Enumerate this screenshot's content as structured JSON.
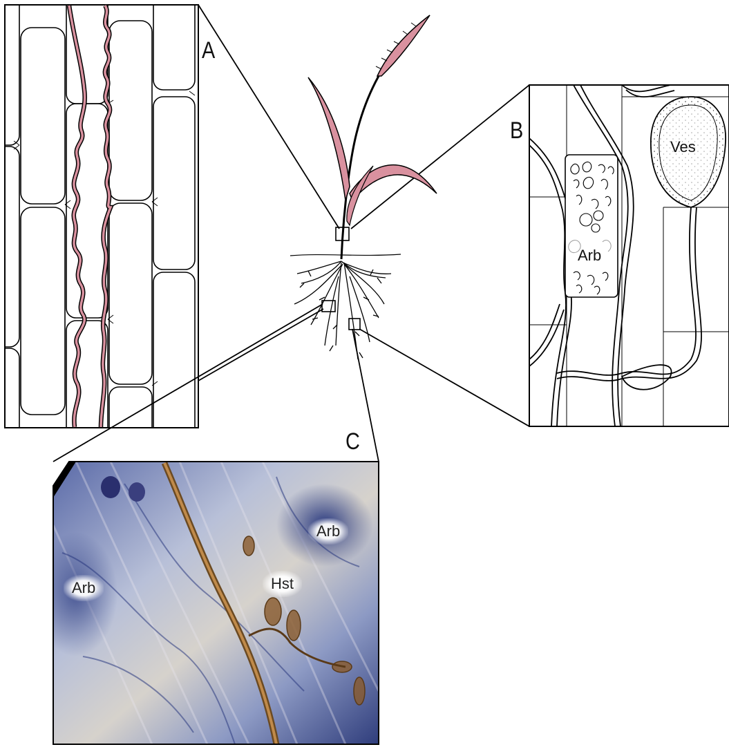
{
  "panels": {
    "a": {
      "letter": "A"
    },
    "b": {
      "letter": "B",
      "arb_label": "Arb",
      "ves_label": "Ves"
    },
    "c": {
      "letter": "C",
      "arb_left": "Arb",
      "arb_right": "Arb",
      "hst": "Hst"
    }
  },
  "colors": {
    "hyphae_pink": "#d9919f",
    "outline": "#000000",
    "blue_stain": "#3a4f9a",
    "brown_hypha": "#8a5a2b"
  }
}
